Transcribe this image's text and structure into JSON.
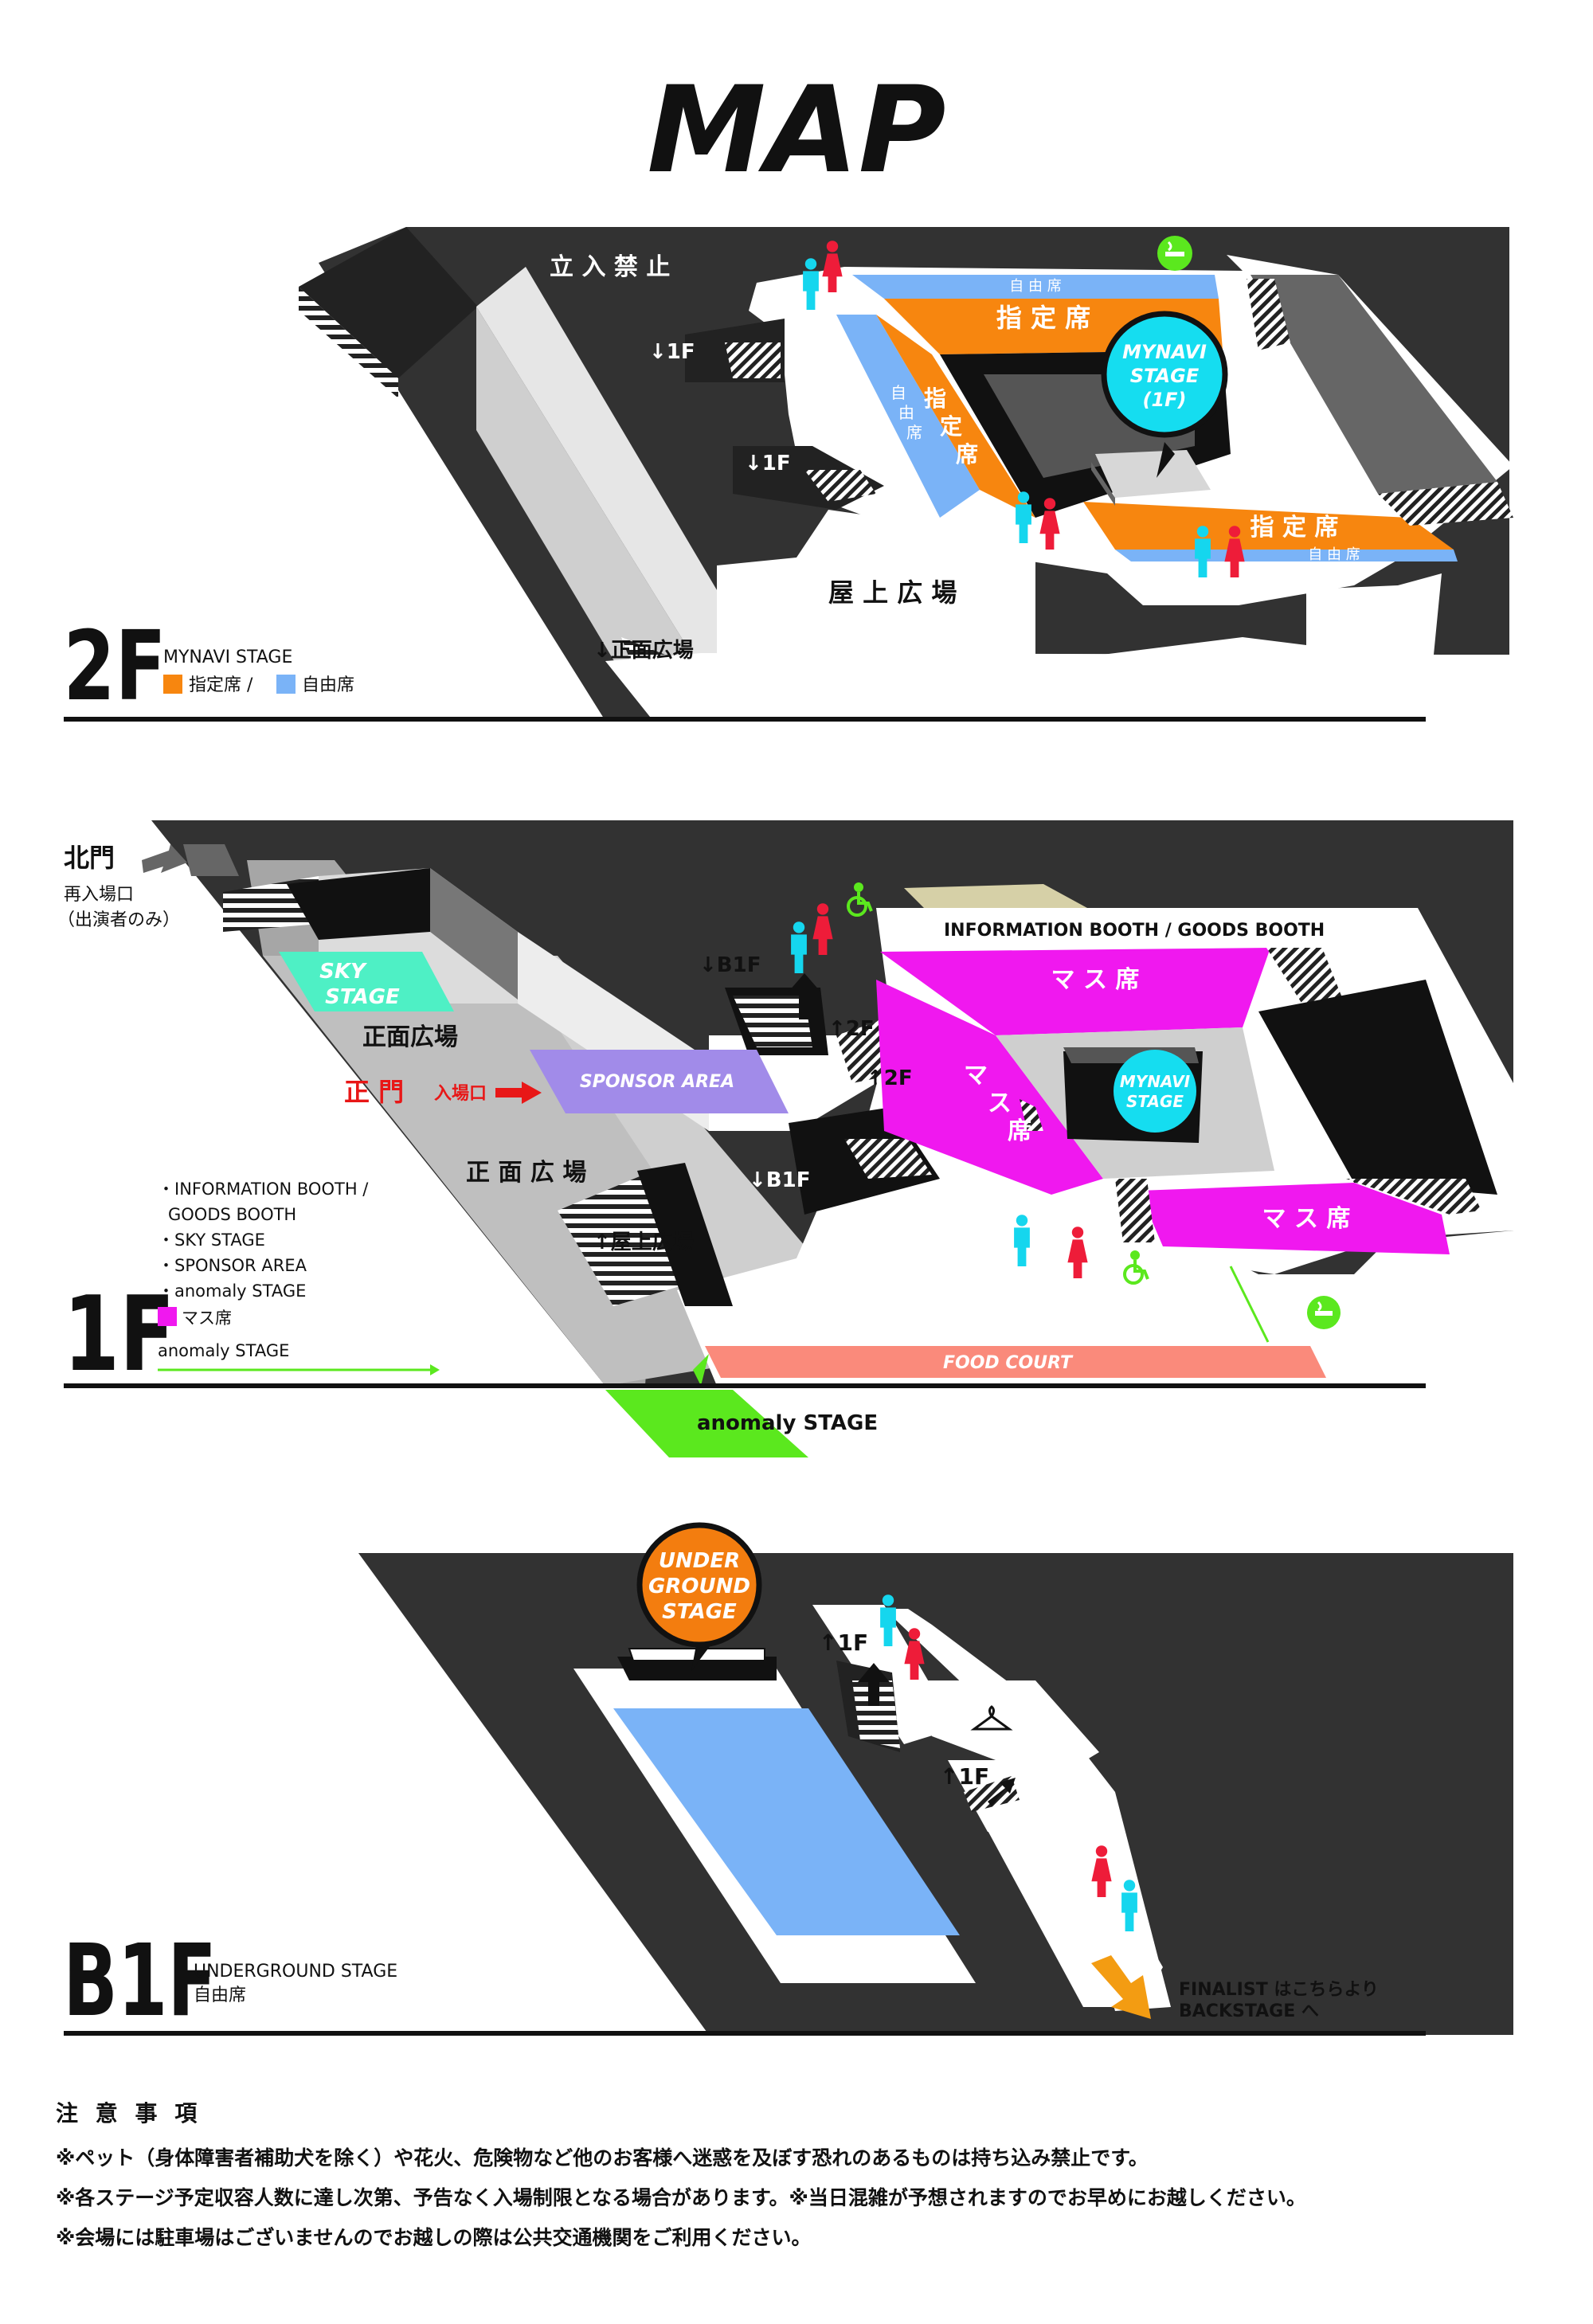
{
  "title": "MAP",
  "colors": {
    "reserved": "#f7860f",
    "free": "#7ab3f7",
    "masu": "#f018ef",
    "stage_cyan": "#15ddf0",
    "under_orange": "#f37d0f",
    "sky_green": "#4ef0c5",
    "sponsor": "#a18be9",
    "food_court": "#fa8a7b",
    "anomaly_green": "#5be81e",
    "dark": "#323232",
    "male": "#15d6ee",
    "female": "#ee1c39",
    "red_text": "#e81717"
  },
  "floor_2f": {
    "floor_label": "2F",
    "stage_name": "MYNAVI STAGE",
    "legend_reserved": "指定席 /",
    "legend_free": "自由席",
    "no_entry": "立 入 禁 止",
    "down_1f_a": "↓1F",
    "down_1f_b": "↓1F",
    "rooftop_plaza": "屋 上 広 場",
    "down_front_plaza": "↓正面広場",
    "stage_bubble_line1": "MYNAVI",
    "stage_bubble_line2": "STAGE",
    "stage_bubble_line3": "(1F)",
    "reserved_top": "指 定 席",
    "reserved_left_1": "指",
    "reserved_left_2": "定",
    "reserved_left_3": "席",
    "reserved_bottom": "指 定 席",
    "free_top": "自 由 席",
    "free_left_1": "自",
    "free_left_2": "由",
    "free_left_3": "席",
    "free_bottom": "自 由 席",
    "icons": [
      "smoking-area-icon",
      "male-restroom-icon",
      "female-restroom-icon"
    ]
  },
  "floor_1f": {
    "floor_label": "1F",
    "north_gate": "北門",
    "reentry": "再入場口",
    "performers_only": "（出演者のみ）",
    "sky_stage_1": "SKY",
    "sky_stage_2": "STAGE",
    "front_plaza_a": "正面広場",
    "front_plaza_b": "正 面 広 場",
    "main_gate": "正 門",
    "entrance": "入場口",
    "sponsor_area": "SPONSOR AREA",
    "down_b1f_a": "↓B1F",
    "down_b1f_b": "↓B1F",
    "up_2f_a": "↑2F",
    "up_2f_b": "↑2F",
    "up_rooftop": "↑屋上広場",
    "info_booth": "INFORMATION BOOTH / GOODS BOOTH",
    "masu_top": "マ ス 席",
    "masu_left_1": "マ",
    "masu_left_2": "ス",
    "masu_left_3": "席",
    "masu_right": "マ ス 席",
    "stage_label_1": "MYNAVI",
    "stage_label_2": "STAGE",
    "food_court": "FOOD COURT",
    "anomaly_stage": "anomaly STAGE",
    "legend_items": [
      "・INFORMATION BOOTH /",
      "GOODS BOOTH",
      "・SKY STAGE",
      "・SPONSOR AREA",
      "・anomaly STAGE"
    ],
    "legend_masu": "マス席",
    "legend_anomaly": "anomaly STAGE",
    "icons": [
      "wheelchair-icon",
      "smoking-area-icon",
      "male-restroom-icon",
      "female-restroom-icon"
    ]
  },
  "floor_b1f": {
    "floor_label": "B1F",
    "stage_name": "UNDERGROUND STAGE",
    "seat_type": "自由席",
    "bubble_line1": "UNDER",
    "bubble_line2": "GROUND",
    "bubble_line3": "STAGE",
    "up_1f_a": "↑1F",
    "up_1f_b": "↑1F",
    "finalist_line1": "FINALIST はこちらより",
    "finalist_line2": "BACKSTAGE へ",
    "icons": [
      "cloakroom-hanger-icon",
      "male-restroom-icon",
      "female-restroom-icon"
    ]
  },
  "notes": {
    "heading": "注 意 事 項",
    "items": [
      "※ペット（身体障害者補助犬を除く）や花火、危険物など他のお客様へ迷惑を及ぼす恐れのあるものは持ち込み禁止です。",
      "※各ステージ予定収容人数に達し次第、予告なく入場制限となる場合があります。※当日混雑が予想されますのでお早めにお越しください。",
      "※会場には駐車場はございませんのでお越しの際は公共交通機関をご利用ください。"
    ]
  }
}
